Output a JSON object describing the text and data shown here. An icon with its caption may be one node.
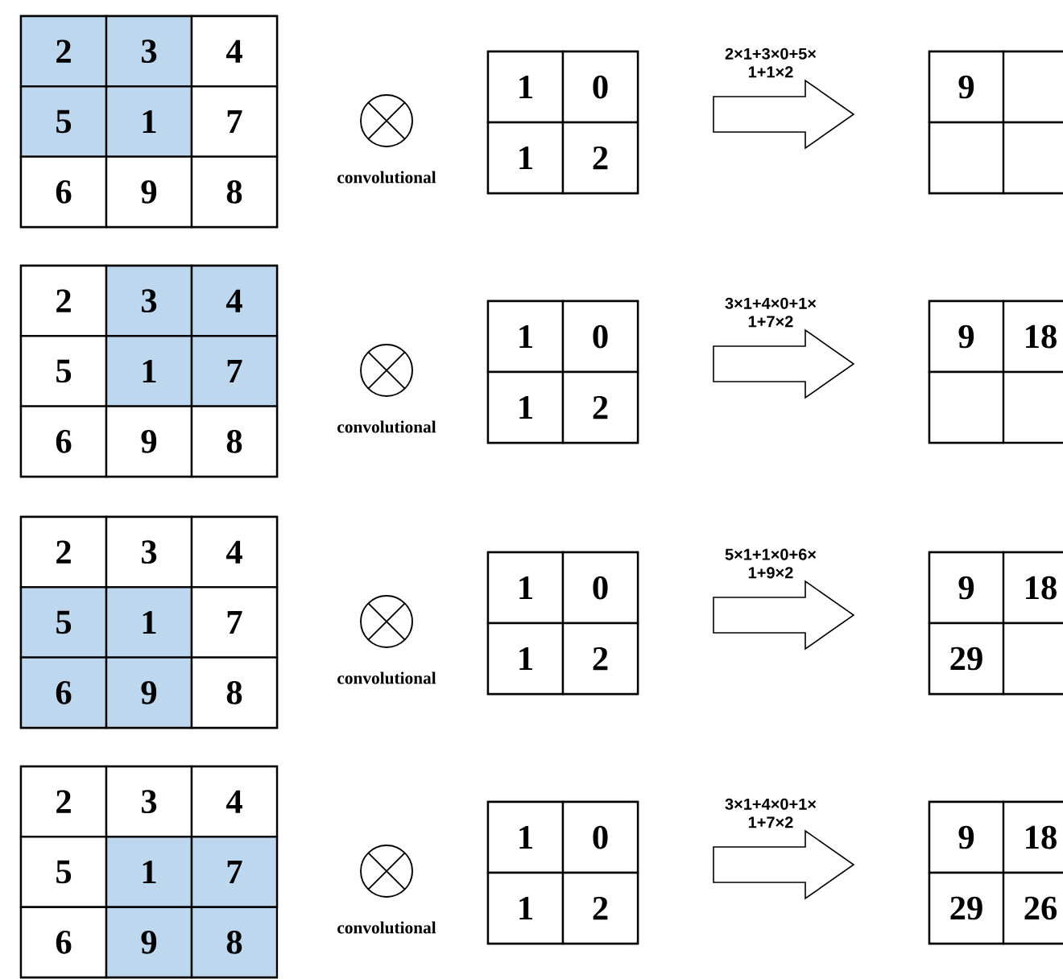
{
  "diagram": {
    "nodes": [
      {
        "text": [],
        "shape": "box"
      },
      {
        "text": [
          "2"
        ],
        "in": 0
      },
      {
        "text": [
          "3"
        ],
        "in": 0
      },
      {
        "text": [
          "4"
        ],
        "in": 0
      },
      {
        "text": [
          "5"
        ],
        "in": 0
      },
      {
        "text": [
          "1"
        ],
        "in": 0
      },
      {
        "text": [
          "7"
        ],
        "in": 0
      },
      {
        "text": [
          "6"
        ],
        "in": 0
      },
      {
        "text": [
          "9"
        ],
        "in": 0
      },
      {
        "text": [
          "8"
        ],
        "in": 0
      },
      {
        "text": [],
        "shape": "box"
      },
      {
        "text": [
          "1"
        ],
        "in": 10
      },
      {
        "text": [
          "0"
        ],
        "in": 10
      },
      {
        "text": [
          "1"
        ],
        "in": 10
      },
      {
        "text": [
          "2"
        ],
        "in": 10
      },
      {
        "text": [],
        "shape": "box"
      },
      {
        "text": [
          "9"
        ],
        "in": 15
      },
      {
        "text": [],
        "shape": "box",
        "in": 15
      },
      {
        "text": [],
        "shape": "box",
        "in": 15
      },
      {
        "text": [],
        "shape": "box",
        "in": 15
      },
      {
        "text": [],
        "shape": "box"
      },
      {
        "text": [
          "2"
        ],
        "in": 20
      },
      {
        "text": [
          "3"
        ],
        "in": 20
      },
      {
        "text": [
          "4"
        ],
        "in": 20
      },
      {
        "text": [
          "5"
        ],
        "in": 20
      },
      {
        "text": [
          "1"
        ],
        "in": 20
      },
      {
        "text": [
          "7"
        ],
        "in": 20
      },
      {
        "text": [
          "6"
        ],
        "in": 20
      },
      {
        "text": [
          "9"
        ],
        "in": 20
      },
      {
        "text": [
          "8"
        ],
        "in": 20
      },
      {
        "text": [],
        "shape": "box"
      },
      {
        "text": [
          "1"
        ],
        "in": 30
      },
      {
        "text": [
          "0"
        ],
        "in": 30
      },
      {
        "text": [
          "1"
        ],
        "in": 30
      },
      {
        "text": [
          "2"
        ],
        "in": 30
      },
      {
        "text": [],
        "shape": "box"
      },
      {
        "text": [
          "9"
        ],
        "in": 35
      },
      {
        "text": [
          "18"
        ],
        "in": 35
      },
      {
        "text": [],
        "shape": "box",
        "in": 35
      },
      {
        "text": [],
        "shape": "box",
        "in": 35
      },
      {
        "text": [],
        "shape": "box"
      },
      {
        "text": [
          "2"
        ],
        "in": 40
      },
      {
        "text": [
          "3"
        ],
        "in": 40
      },
      {
        "text": [
          "4"
        ],
        "in": 40
      },
      {
        "text": [
          "5"
        ],
        "in": 40
      },
      {
        "text": [
          "1"
        ],
        "in": 40
      },
      {
        "text": [
          "7"
        ],
        "in": 40
      },
      {
        "text": [
          "6"
        ],
        "in": 40
      },
      {
        "text": [
          "9"
        ],
        "in": 40
      },
      {
        "text": [
          "8"
        ],
        "in": 40
      },
      {
        "text": [],
        "shape": "box"
      },
      {
        "text": [
          "1"
        ],
        "in": 50
      },
      {
        "text": [
          "0"
        ],
        "in": 50
      },
      {
        "text": [
          "1"
        ],
        "in": 50
      },
      {
        "text": [
          "2"
        ],
        "in": 50
      },
      {
        "text": [],
        "shape": "box"
      },
      {
        "text": [
          "9"
        ],
        "in": 55
      },
      {
        "text": [
          "18"
        ],
        "in": 55
      },
      {
        "text": [
          "29"
        ],
        "in": 55
      },
      {
        "text": [],
        "shape": "box",
        "in": 55
      },
      {
        "text": [],
        "shape": "box"
      },
      {
        "text": [
          "2"
        ],
        "in": 60
      },
      {
        "text": [
          "3"
        ],
        "in": 60
      },
      {
        "text": [
          "4"
        ],
        "in": 60
      },
      {
        "text": [
          "5"
        ],
        "in": 60
      },
      {
        "text": [
          "1"
        ],
        "in": 60
      },
      {
        "text": [
          "7"
        ],
        "in": 60
      },
      {
        "text": [
          "6"
        ],
        "in": 60
      },
      {
        "text": [
          "9"
        ],
        "in": 60
      },
      {
        "text": [
          "8"
        ],
        "in": 60
      },
      {
        "text": [],
        "shape": "box"
      },
      {
        "text": [
          "1"
        ],
        "in": 70
      },
      {
        "text": [
          "0"
        ],
        "in": 70
      },
      {
        "text": [
          "1"
        ],
        "in": 70
      },
      {
        "text": [
          "2"
        ],
        "in": 70
      },
      {
        "text": [],
        "shape": "box"
      },
      {
        "text": [
          "9"
        ],
        "in": 75
      },
      {
        "text": [
          "18"
        ],
        "in": 75
      },
      {
        "text": [
          "29"
        ],
        "in": 75
      },
      {
        "text": [
          "26"
        ],
        "in": 75
      }
    ],
    "edges": [
      {
        "from": 10,
        "to": 15,
        "arrow": "to",
        "label": "2×1+3×0+5× 1+1×2"
      },
      {
        "from": 30,
        "to": 35,
        "arrow": "to",
        "label": "3×1+4×0+1× 1+7×2"
      },
      {
        "from": 50,
        "to": 55,
        "arrow": "to",
        "label": "5×1+1×0+6× 1+9×2"
      },
      {
        "from": 70,
        "to": 75,
        "arrow": "to",
        "label": "3×1+4×0+1× 1+7×2"
      }
    ],
    "labels": [
      "convolutional",
      "convolutional",
      "convolutional",
      "convolutional"
    ]
  }
}
